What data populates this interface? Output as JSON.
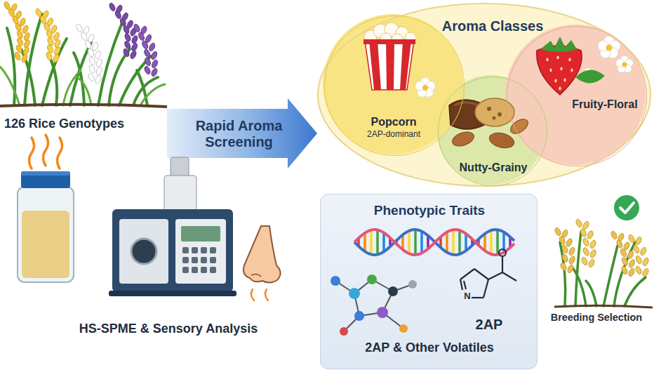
{
  "diagram": {
    "nodes": [
      {
        "text": [
          "Rapid Aroma Screening"
        ]
      },
      {
        "text": [
          "Aroma Classes"
        ]
      },
      {
        "text": [
          "Popcorn",
          "2AP-dominant"
        ],
        "in": 1
      },
      {
        "text": [
          "Fruity-Floral"
        ],
        "in": 1
      },
      {
        "text": [
          "Nutty-Grainy"
        ],
        "in": 1
      },
      {
        "text": [
          "Phenotypic Traits",
          "2AP",
          "2AP & Other Volatiles"
        ]
      }
    ],
    "labels": [
      "126 Rice Genotypes",
      "HS-SPME & Sensory Analysis",
      "N",
      "Breeding Selection"
    ]
  }
}
